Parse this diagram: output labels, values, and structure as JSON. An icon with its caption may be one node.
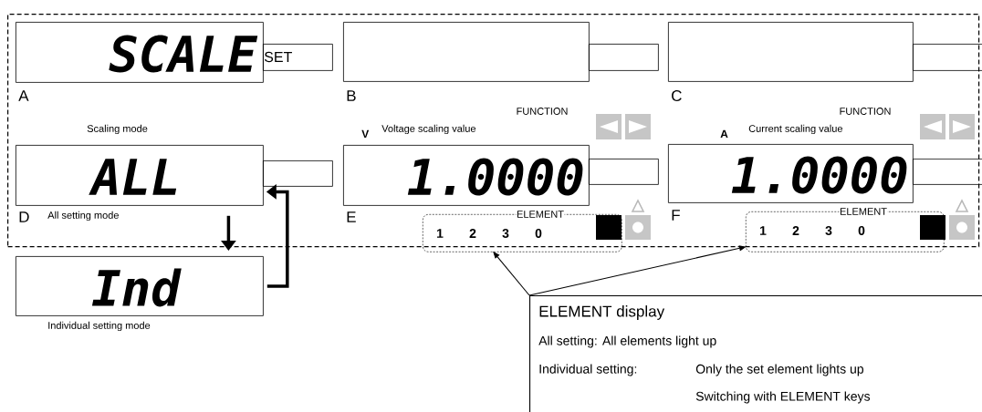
{
  "diagram": {
    "nodes": [
      {
        "text": [],
        "shape": "box"
      },
      {
        "text": [
          "SCALE"
        ],
        "beside": [
          "A"
        ],
        "in": 0
      },
      {
        "text": [
          "SET"
        ],
        "in": 0
      },
      {
        "text": [],
        "shape": "box",
        "beside": [
          "B"
        ],
        "in": 0
      },
      {
        "text": [],
        "shape": "box",
        "in": 0
      },
      {
        "text": [],
        "shape": "box",
        "beside": [
          "C"
        ],
        "in": 0
      },
      {
        "text": [],
        "shape": "box",
        "in": 0
      },
      {
        "text": [
          "ALL"
        ],
        "beside": [
          "D",
          "All setting mode"
        ],
        "in": 0
      },
      {
        "text": [],
        "shape": "box",
        "in": 0
      },
      {
        "text": [
          "1.0000"
        ],
        "beside": [
          "E",
          "V",
          "Voltage scaling value"
        ],
        "in": 0
      },
      {
        "text": [],
        "shape": "box",
        "in": 0
      },
      {
        "text": [
          "ELEMENT",
          "1",
          "2",
          "3",
          "0"
        ],
        "in": 0
      },
      {
        "text": [
          "1.0000"
        ],
        "beside": [
          "F",
          "A",
          "Current scaling value"
        ],
        "in": 0
      },
      {
        "text": [],
        "shape": "box",
        "in": 0
      },
      {
        "text": [
          "ELEMENT",
          "1",
          "2",
          "3",
          "0"
        ],
        "in": 0
      },
      {
        "text": [
          "Ind"
        ],
        "beside": [
          "Individual setting mode"
        ]
      },
      {
        "text": [
          "ELEMENT display",
          "All setting: All elements light up",
          "Individual setting:",
          "Only the set element lights up",
          "Switching with ELEMENT keys"
        ]
      }
    ],
    "edges": [
      {
        "from": 7,
        "to": 15,
        "arrow": "to",
        "style": "thick"
      },
      {
        "from": 15,
        "to": 7,
        "arrow": "to",
        "style": "thick"
      },
      {
        "from": 16,
        "to": 11,
        "arrow": "to"
      },
      {
        "from": 16,
        "to": 14,
        "arrow": "to"
      }
    ],
    "labels": [
      "FUNCTION",
      "FUNCTION",
      "Scaling mode"
    ]
  }
}
